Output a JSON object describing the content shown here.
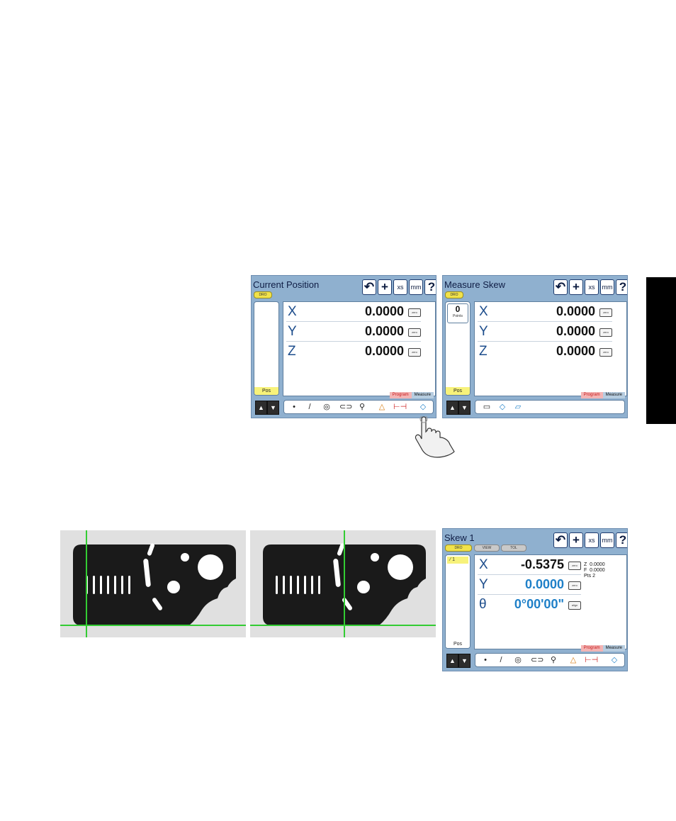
{
  "screens": [
    {
      "title": "Current Position",
      "tabs_top": [
        "DRO"
      ],
      "toolbar": [
        "xs",
        "mm",
        "?"
      ],
      "left_panel": {
        "pos_label": "Pos"
      },
      "axes": [
        {
          "label": "X",
          "value": "0.0000",
          "zero": "zero"
        },
        {
          "label": "Y",
          "value": "0.0000",
          "zero": "zero"
        },
        {
          "label": "Z",
          "value": "0.0000",
          "zero": "zero"
        }
      ],
      "bottom_tabs": [
        "Program",
        "Measure"
      ],
      "functions": [
        "point-icon",
        "line-icon",
        "circle-icon",
        "slot-icon",
        "probe-icon",
        "triangle-icon",
        "distance-icon",
        "skew-icon"
      ]
    },
    {
      "title": "Measure Skew",
      "tabs_top": [
        "DRO"
      ],
      "toolbar": [
        "xs",
        "mm",
        "?"
      ],
      "left_panel": {
        "points_value": "0",
        "points_label": "Points",
        "pos_label": "Pos"
      },
      "axes": [
        {
          "label": "X",
          "value": "0.0000",
          "zero": "zero"
        },
        {
          "label": "Y",
          "value": "0.0000",
          "zero": "zero"
        },
        {
          "label": "Z",
          "value": "0.0000",
          "zero": "zero"
        }
      ],
      "bottom_tabs": [
        "Program",
        "Measure"
      ],
      "functions": [
        "datum-icon",
        "skew-icon",
        "plane-icon"
      ]
    },
    {
      "title": "Skew 1",
      "tabs_top": [
        "DRO",
        "VIEW",
        "TOL"
      ],
      "toolbar": [
        "xs",
        "mm",
        "?"
      ],
      "left_panel": {
        "selected_item": "1",
        "pos_label": "Pos"
      },
      "axes": [
        {
          "label": "X",
          "value": "-0.5375",
          "zero": "zero"
        },
        {
          "label": "Y",
          "value": "0.0000",
          "zero": "zero"
        },
        {
          "label": "θ",
          "value": "0°00'00\"",
          "zero": "align"
        }
      ],
      "side_info": {
        "z_label": "Z",
        "z_value": "0.0000",
        "f_label": "F",
        "f_value": "0.0000",
        "pts_label": "Pts",
        "pts_value": "2"
      },
      "bottom_tabs": [
        "Program",
        "Measure"
      ],
      "functions": [
        "point-icon",
        "line-icon",
        "circle-icon",
        "slot-icon",
        "probe-icon",
        "triangle-icon",
        "distance-icon",
        "skew-icon"
      ]
    }
  ],
  "colors": {
    "accent_green": "#33cc33",
    "screen_bg": "#8fb0cf",
    "value_blue": "#1f80c8"
  }
}
